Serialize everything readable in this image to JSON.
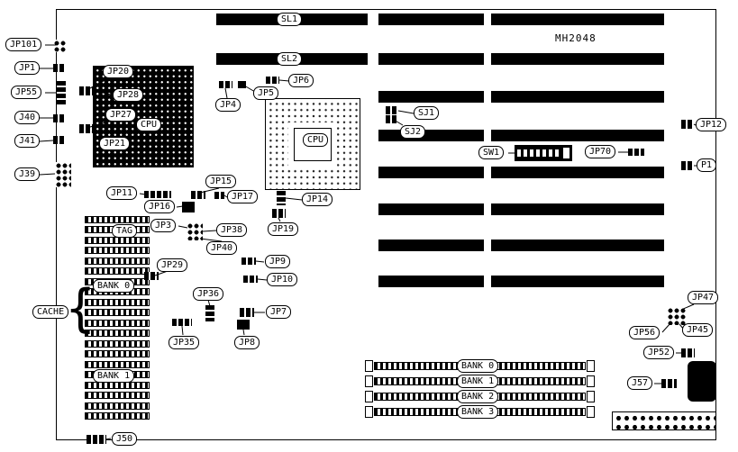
{
  "board": {
    "part_number": "MH2048"
  },
  "slots": {
    "sl1": "SL1",
    "sl2": "SL2"
  },
  "cpus": {
    "primary": "CPU",
    "secondary": "CPU"
  },
  "cache": {
    "label": "CACHE",
    "brace": "{",
    "tag": "TAG",
    "bank0": "BANK 0",
    "bank1": "BANK 1"
  },
  "memory": {
    "bank0": "BANK 0",
    "bank1": "BANK 1",
    "bank2": "BANK 2",
    "bank3": "BANK 3"
  },
  "jumpers": {
    "jp101": "JP101",
    "jp1": "JP1",
    "jp55": "JP55",
    "j40": "J40",
    "j41": "J41",
    "j39": "J39",
    "jp20": "JP20",
    "jp28": "JP28",
    "jp27": "JP27",
    "jp21": "JP21",
    "jp4": "JP4",
    "jp5": "JP5",
    "jp6": "JP6",
    "sj1": "SJ1",
    "sj2": "SJ2",
    "sw1": "SW1",
    "jp70": "JP70",
    "jp12": "JP12",
    "p1": "P1",
    "jp15": "JP15",
    "jp11": "JP11",
    "jp16": "JP16",
    "jp17": "JP17",
    "jp14": "JP14",
    "jp19": "JP19",
    "jp3": "JP3",
    "jp38": "JP38",
    "jp40": "JP40",
    "jp29": "JP29",
    "jp9": "JP9",
    "jp10": "JP10",
    "jp36": "JP36",
    "jp7": "JP7",
    "jp35": "JP35",
    "jp8": "JP8",
    "jp47": "JP47",
    "jp56": "JP56",
    "jp45": "JP45",
    "jp52": "JP52",
    "j57": "J57",
    "j50": "J50"
  }
}
